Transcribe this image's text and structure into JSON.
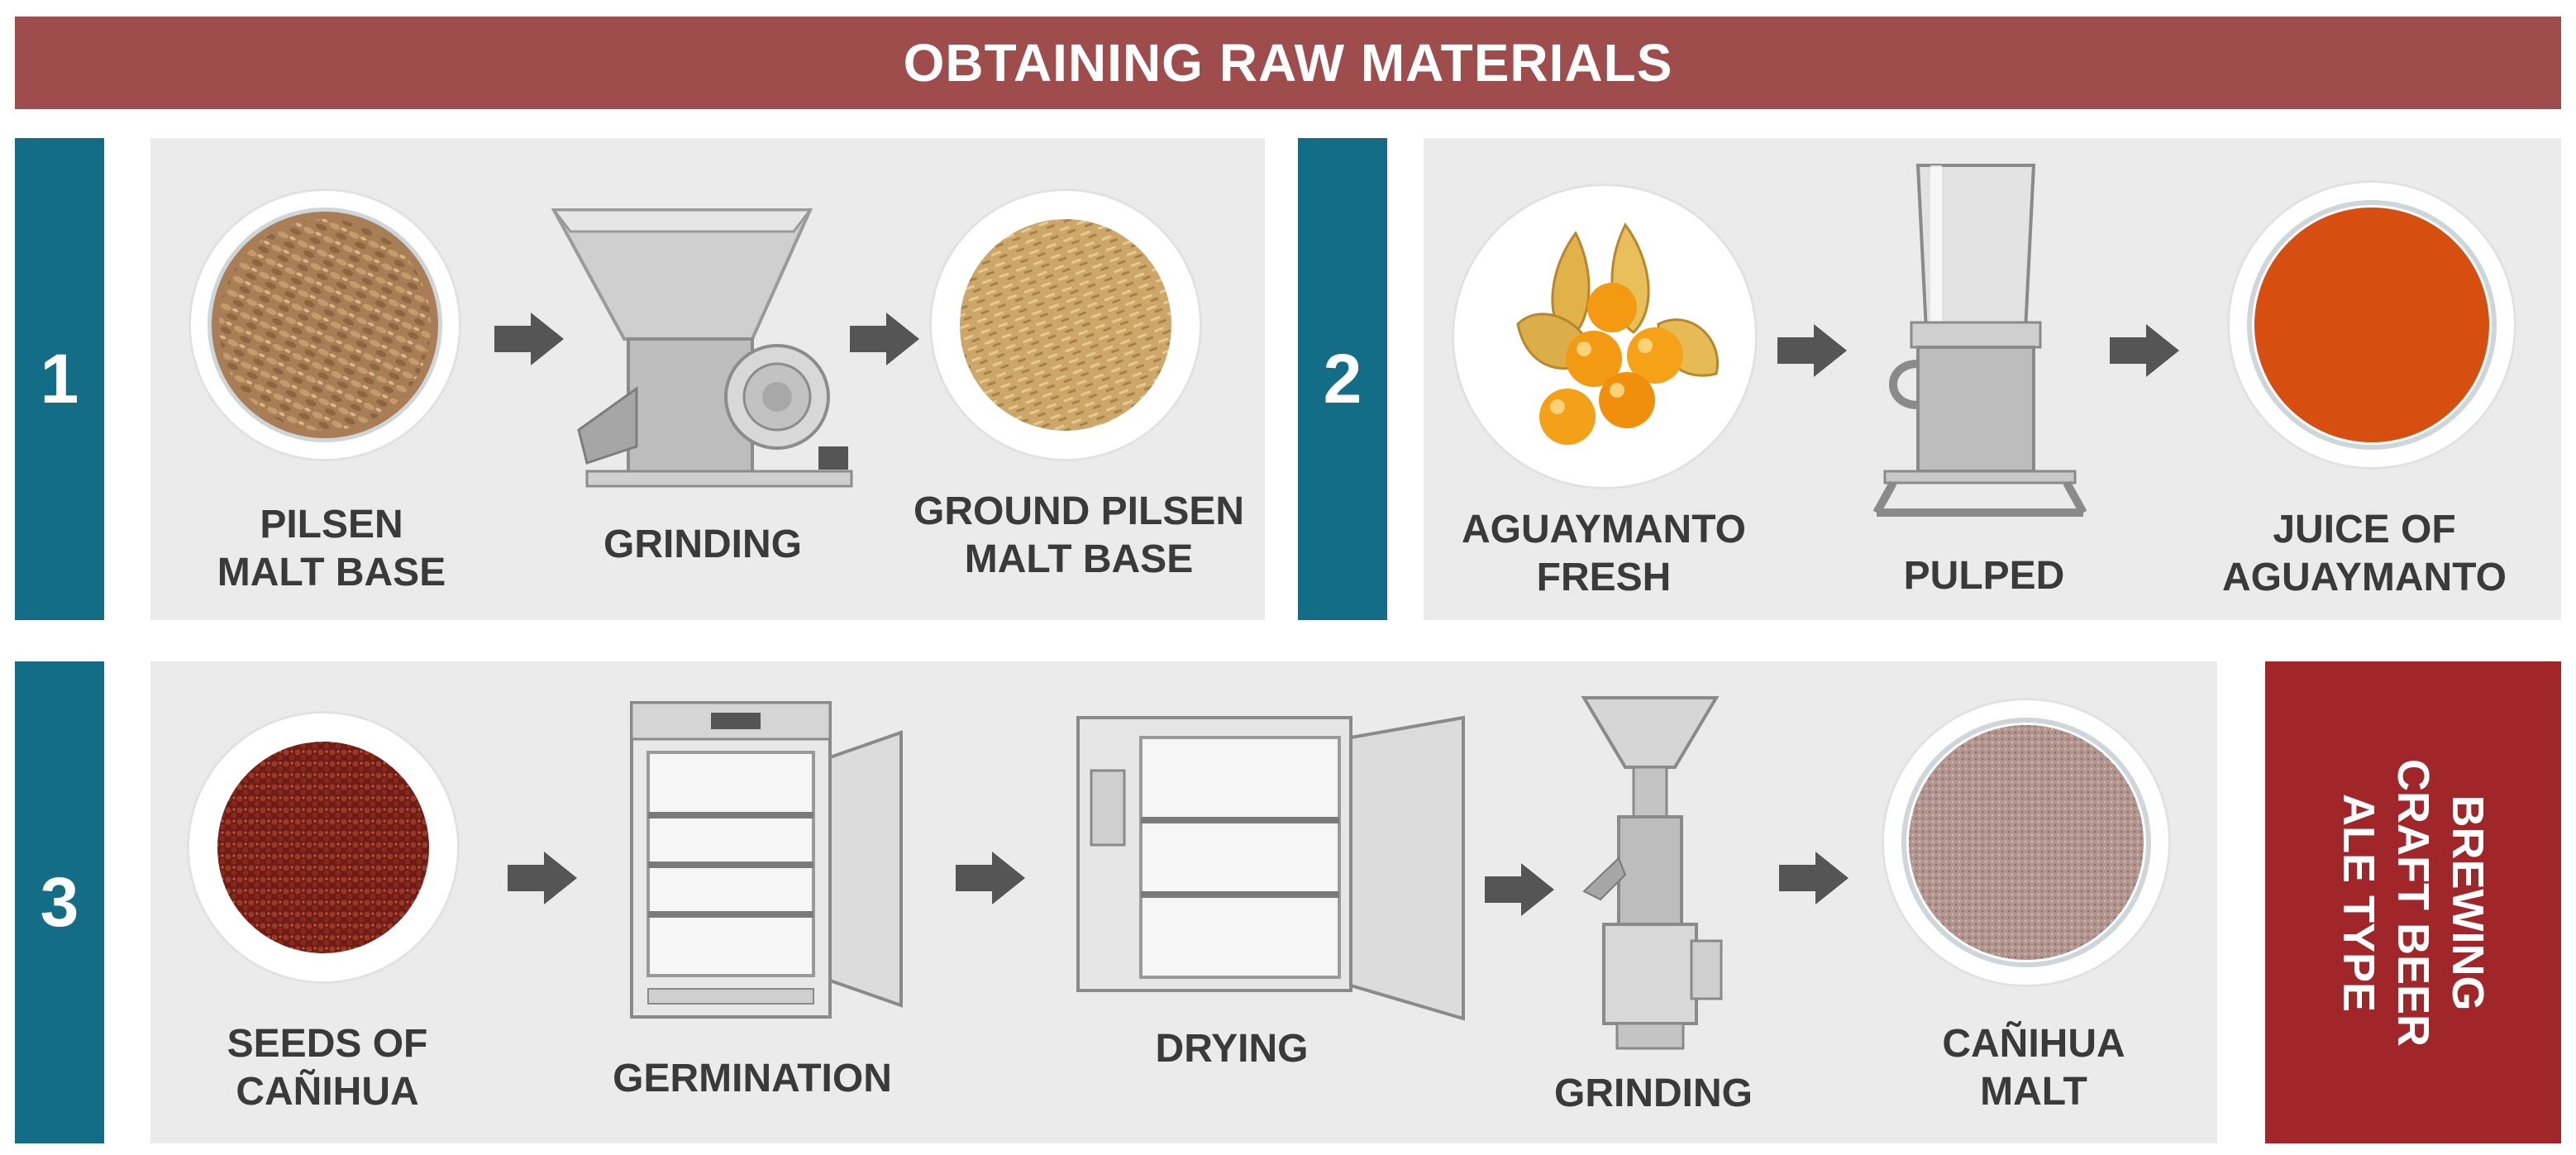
{
  "header": {
    "title": "OBTAINING RAW MATERIALS"
  },
  "sections": [
    {
      "number": "1",
      "steps": [
        {
          "label_lines": [
            "PILSEN",
            "MALT BASE"
          ]
        },
        {
          "label_lines": [
            "GRINDING"
          ]
        },
        {
          "label_lines": [
            "GROUND PILSEN",
            "MALT BASE"
          ]
        }
      ]
    },
    {
      "number": "2",
      "steps": [
        {
          "label_lines": [
            "AGUAYMANTO",
            "FRESH"
          ]
        },
        {
          "label_lines": [
            "PULPED"
          ]
        },
        {
          "label_lines": [
            "JUICE OF",
            "AGUAYMANTO"
          ]
        }
      ]
    },
    {
      "number": "3",
      "steps": [
        {
          "label_lines": [
            "SEEDS OF",
            "CAÑIHUA"
          ]
        },
        {
          "label_lines": [
            "GERMINATION"
          ]
        },
        {
          "label_lines": [
            "DRYING"
          ]
        },
        {
          "label_lines": [
            "GRINDING"
          ]
        },
        {
          "label_lines": [
            "CAÑIHUA",
            "MALT"
          ]
        }
      ]
    }
  ],
  "result": {
    "lines": [
      "BREWING",
      "CRAFT BEER",
      "ALE TYPE"
    ]
  },
  "colors": {
    "banner": "#9e4c4c",
    "number_tab": "#136d86",
    "result_box": "#a0262a",
    "panel": "#ebebeb",
    "arrow": "#555555"
  },
  "icons": [
    "malt-grain-dish-icon",
    "grain-mill-icon",
    "ground-malt-dish-icon",
    "goldenberry-icon",
    "pulper-machine-icon",
    "juice-dish-icon",
    "canihua-seed-dish-icon",
    "germination-cabinet-icon",
    "drying-oven-icon",
    "grinding-mill-icon",
    "canihua-malt-dish-icon",
    "arrow-right-icon"
  ]
}
